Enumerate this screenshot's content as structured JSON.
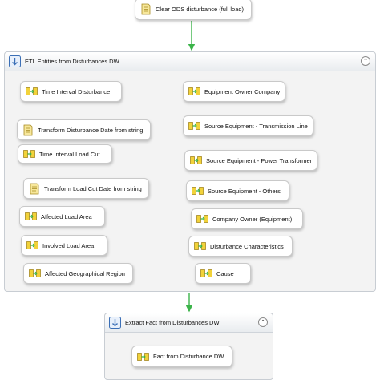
{
  "top_task": {
    "label": "Clear ODS disturbance (full load)",
    "icon": "script-task-icon"
  },
  "etl_container": {
    "title": "ETL Entities from Disturbances DW",
    "collapse_glyph": "⌃",
    "left_tasks": [
      "Time Interval Disturbance",
      "Transform Disturbance Date from string",
      "Time Interval Load Cut",
      "Transform Load Cut Date from string",
      "Affected Load Area",
      "Involved Load Area",
      "Affected Geographical Region"
    ],
    "right_tasks": [
      "Equipment Owner Company",
      "Source Equipment - Transmission Line",
      "Source Equipment - Power Transformer",
      "Source Equipment - Others",
      "Company Owner (Equipment)",
      "Disturbance Characteristics",
      "Cause"
    ]
  },
  "fact_container": {
    "title": "Extract Fact from Disturbances DW",
    "collapse_glyph": "⌃",
    "task": "Fact from Disturbance DW"
  },
  "colors": {
    "arrow": "#3cb44a",
    "container_bg": "#f3f3f3",
    "icon_yellow": "#f2d23a"
  }
}
